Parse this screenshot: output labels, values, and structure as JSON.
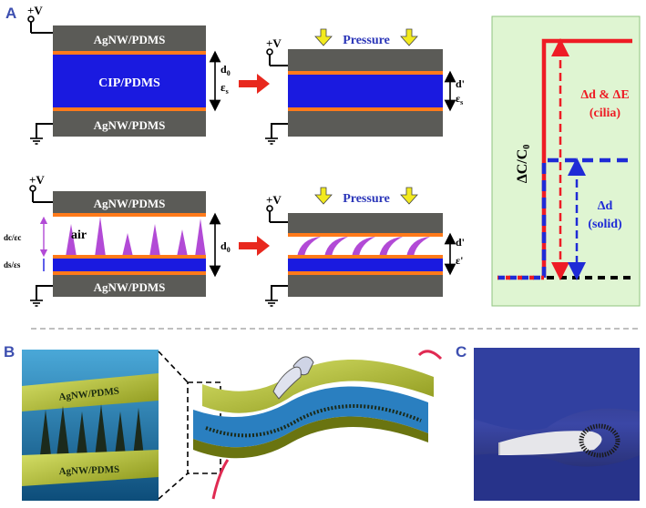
{
  "panels": {
    "a": "A",
    "b": "B",
    "c": "C"
  },
  "labels": {
    "supply": "+V",
    "top_electrode": "AgNW/PDMS",
    "bottom_electrode": "AgNW/PDMS",
    "dielectric": "CIP/PDMS",
    "pressure": "Pressure",
    "d0": "d",
    "d0_sub": "0",
    "eps_s": "ε",
    "eps_s_sub": "s",
    "d_prime": "d'",
    "eps_prime": "ε'",
    "air": "air",
    "dc_eps_c": "dc/εc",
    "ds_eps_s": "ds/εs",
    "inset_top": "AgNW/PDMS",
    "inset_bottom": "AgNW/PDMS"
  },
  "graph": {
    "ylabel_main": "ΔC/C",
    "ylabel_sub": "0",
    "cilia_label": "Δd & ΔE",
    "cilia_note": "(cilia)",
    "solid_label": "Δd",
    "solid_note": "(solid)",
    "colors": {
      "cilia": "#ee1c25",
      "solid": "#1f2bd6",
      "base": "#000000",
      "bg": "#dff5d2"
    }
  },
  "colors": {
    "electrode": "#5b5b57",
    "dielectric": "#1a1ae0",
    "interface": "#ff7a1a",
    "cilia": "#b24ad6",
    "arrow": "#e8281e",
    "pressure_arrow": "#f2ea1f",
    "label_blue": "#3d4fb0"
  }
}
